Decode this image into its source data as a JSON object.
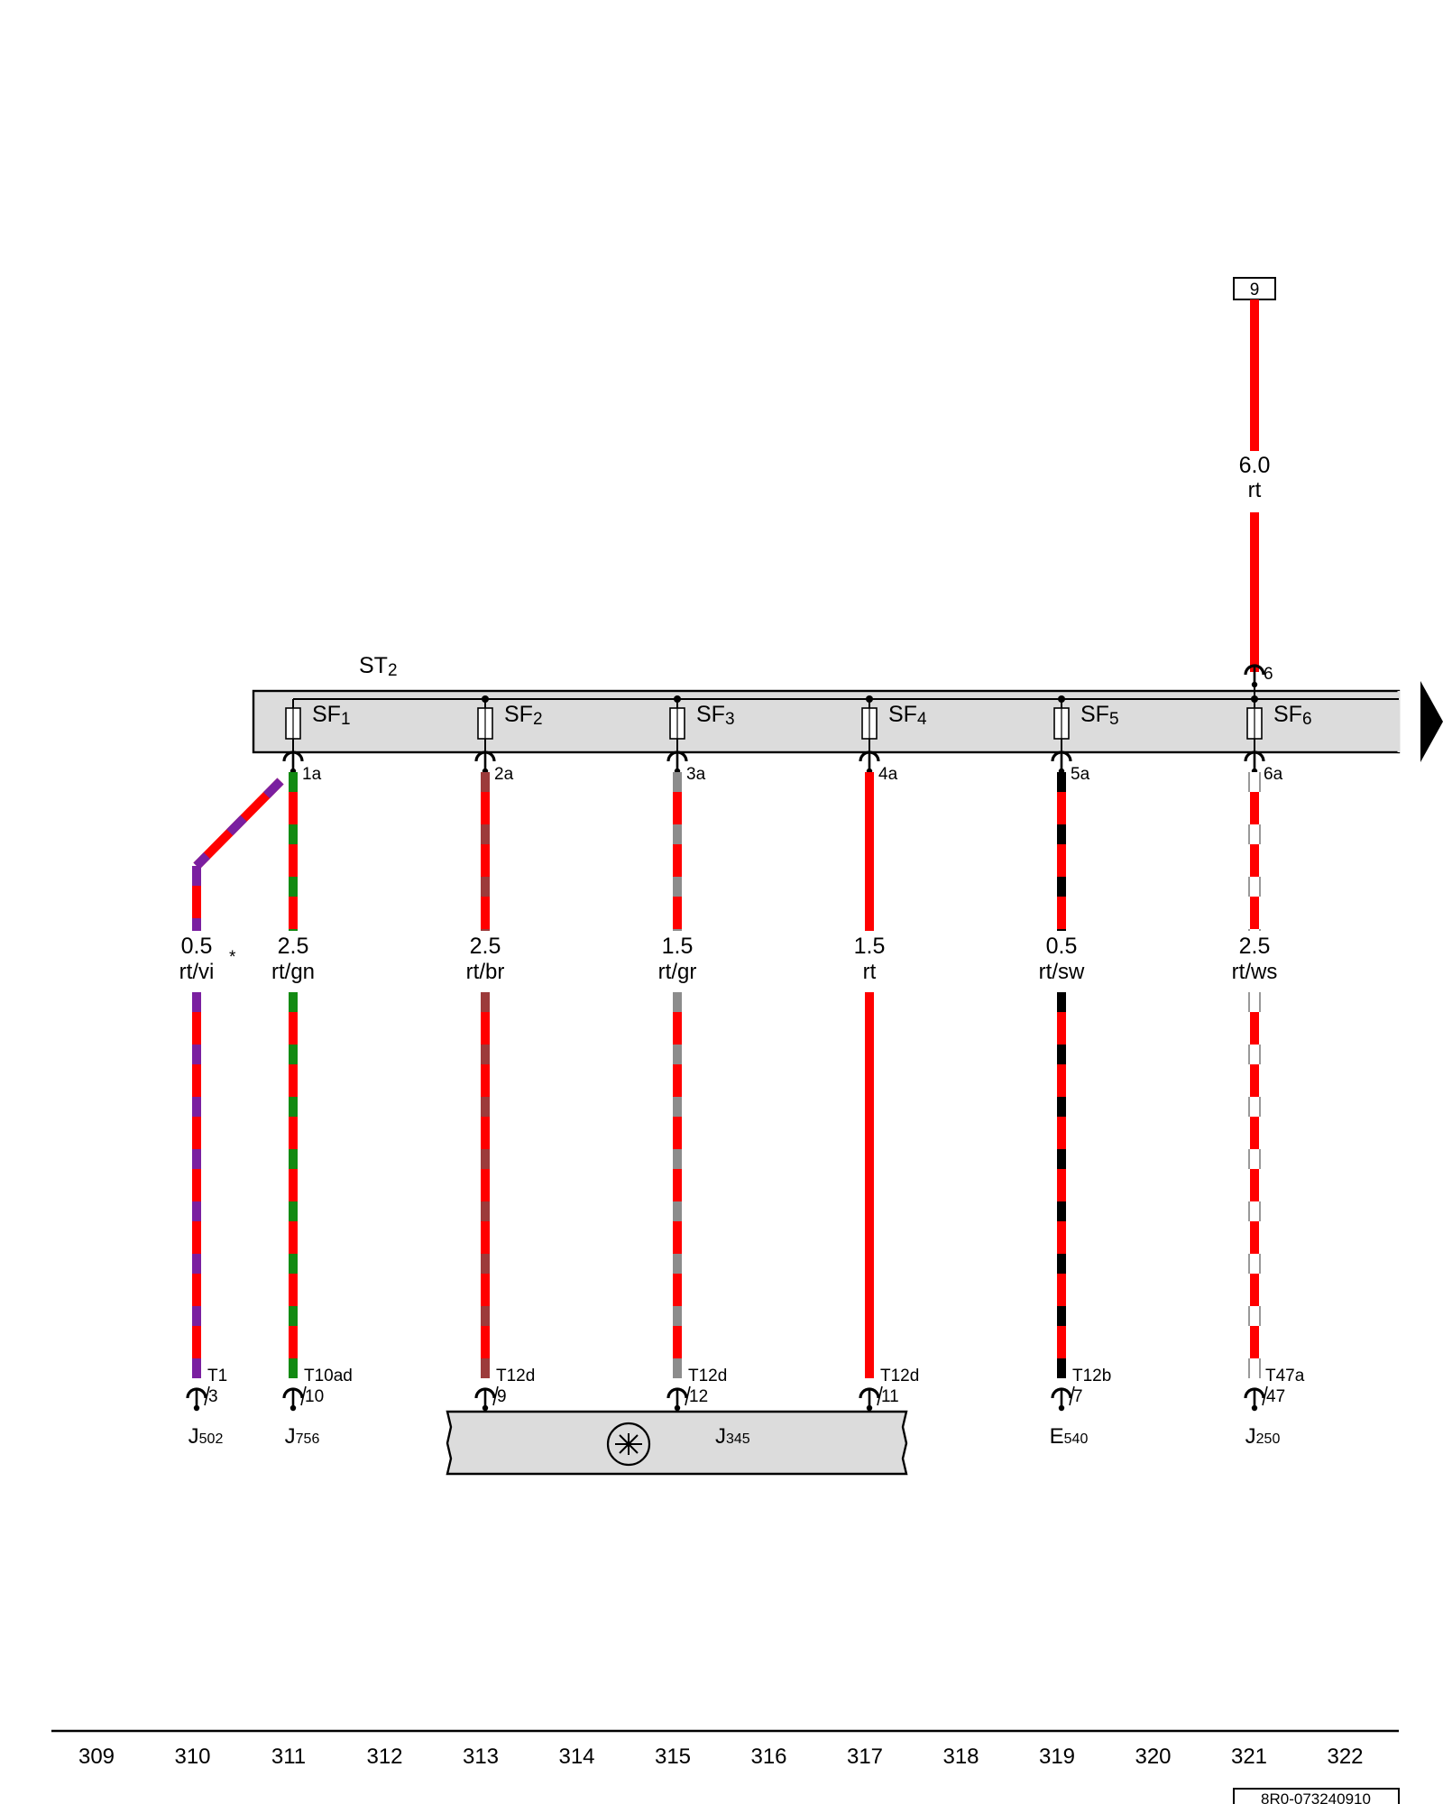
{
  "diagram": {
    "connector_box": {
      "label": "9"
    },
    "feed_wire": {
      "gauge": "6.0",
      "color_code": "rt",
      "pin": "6"
    },
    "fuse_holder": {
      "prefix": "ST",
      "sub": "2"
    },
    "fuses": [
      {
        "prefix": "SF",
        "sub": "1",
        "out_pin": "1a"
      },
      {
        "prefix": "SF",
        "sub": "2",
        "out_pin": "2a"
      },
      {
        "prefix": "SF",
        "sub": "3",
        "out_pin": "3a"
      },
      {
        "prefix": "SF",
        "sub": "4",
        "out_pin": "4a"
      },
      {
        "prefix": "SF",
        "sub": "5",
        "out_pin": "5a"
      },
      {
        "prefix": "SF",
        "sub": "6",
        "out_pin": "6a"
      }
    ],
    "wires": [
      {
        "gauge": "0.5",
        "color_code": "rt/vi",
        "note": "*",
        "connector": "T1",
        "pin": "3",
        "component": {
          "prefix": "J",
          "sub": "502"
        }
      },
      {
        "gauge": "2.5",
        "color_code": "rt/gn",
        "connector": "T10ad",
        "pin": "10",
        "component": {
          "prefix": "J",
          "sub": "756"
        }
      },
      {
        "gauge": "2.5",
        "color_code": "rt/br",
        "connector": "T12d",
        "pin": "9"
      },
      {
        "gauge": "1.5",
        "color_code": "rt/gr",
        "connector": "T12d",
        "pin": "12"
      },
      {
        "gauge": "1.5",
        "color_code": "rt",
        "connector": "T12d",
        "pin": "11"
      },
      {
        "gauge": "0.5",
        "color_code": "rt/sw",
        "connector": "T12b",
        "pin": "7",
        "component": {
          "prefix": "E",
          "sub": "540"
        }
      },
      {
        "gauge": "2.5",
        "color_code": "rt/ws",
        "connector": "T47a",
        "pin": "47",
        "component": {
          "prefix": "J",
          "sub": "250"
        }
      }
    ],
    "control_unit": {
      "prefix": "J",
      "sub": "345"
    },
    "colors": {
      "rt": "#ff0000",
      "vi": "#7a1fa0",
      "gn": "#138a13",
      "br": "#9c3b3b",
      "gr": "#8c8c8c",
      "sw": "#000000",
      "ws": "#ffffff",
      "box_fill": "#dcdcdc"
    }
  },
  "footer": {
    "columns": [
      "309",
      "310",
      "311",
      "312",
      "313",
      "314",
      "315",
      "316",
      "317",
      "318",
      "319",
      "320",
      "321",
      "322"
    ],
    "doc_id": "8R0-073240910"
  }
}
